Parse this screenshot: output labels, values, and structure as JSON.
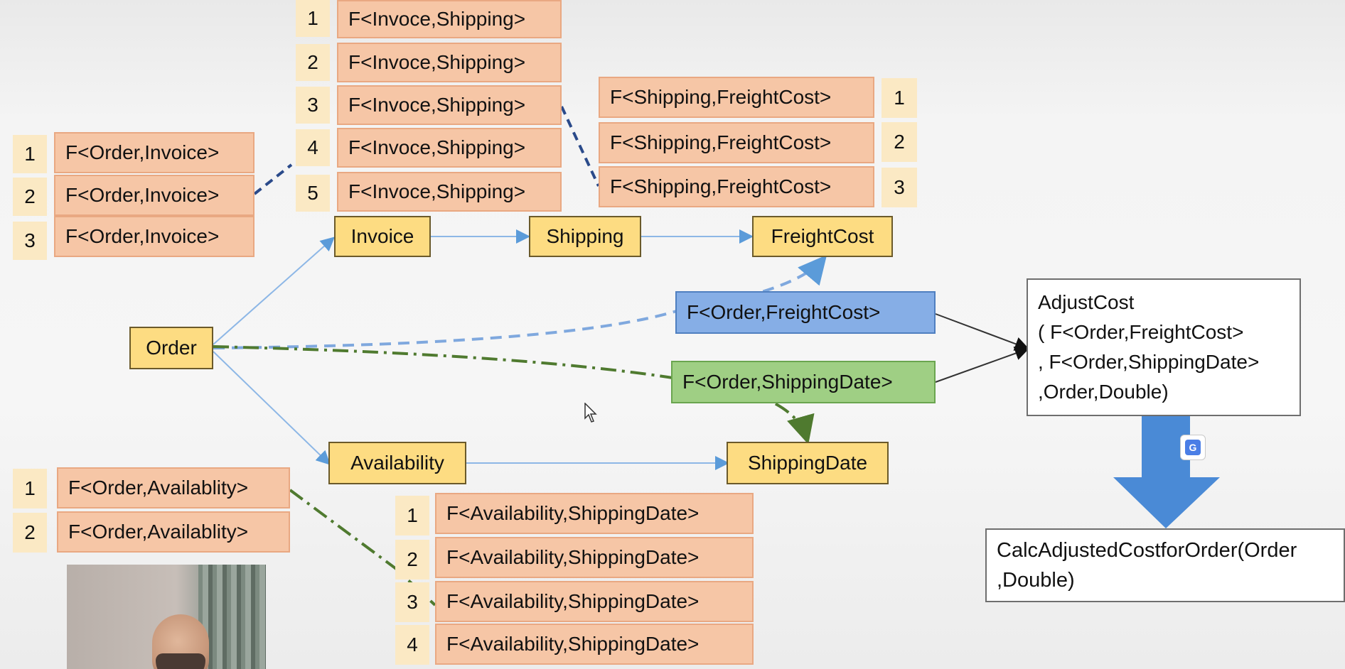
{
  "invoice_shipping_group": {
    "numbers": [
      "1",
      "2",
      "3",
      "4",
      "5"
    ],
    "labels": [
      "F<Invoce,Shipping>",
      "F<Invoce,Shipping>",
      "F<Invoce,Shipping>",
      "F<Invoce,Shipping>",
      "F<Invoce,Shipping>"
    ]
  },
  "shipping_freight_group": {
    "numbers": [
      "1",
      "2",
      "3"
    ],
    "labels": [
      "F<Shipping,FreightCost>",
      "F<Shipping,FreightCost>",
      "F<Shipping,FreightCost>"
    ]
  },
  "order_invoice_group": {
    "numbers": [
      "1",
      "2",
      "3"
    ],
    "labels": [
      "F<Order,Invoice>",
      "F<Order,Invoice>",
      "F<Order,Invoice>"
    ]
  },
  "order_availability_group": {
    "numbers": [
      "1",
      "2"
    ],
    "labels": [
      "F<Order,Availablity>",
      "F<Order,Availablity>"
    ]
  },
  "availability_shipping_group": {
    "numbers": [
      "1",
      "2",
      "3",
      "4"
    ],
    "labels": [
      "F<Availability,ShippingDate>",
      "F<Availability,ShippingDate>",
      "F<Availability,ShippingDate>",
      "F<Availability,ShippingDate>"
    ]
  },
  "nodes": {
    "order": "Order",
    "invoice": "Invoice",
    "shipping": "Shipping",
    "freight_cost": "FreightCost",
    "availability": "Availability",
    "shipping_date": "ShippingDate"
  },
  "composed": {
    "order_freight": "F<Order,FreightCost>",
    "order_shipping_date": "F<Order,ShippingDate>"
  },
  "adjust_cost": {
    "lines": [
      "AdjustCost",
      "( F<Order,FreightCost>",
      ", F<Order,ShippingDate>",
      ",Order,Double)"
    ]
  },
  "calc": {
    "lines": [
      "CalcAdjustedCostforOrder(Order",
      ",Double)"
    ]
  },
  "colors": {
    "orange_fill": "#f6c6a6",
    "yellow_fill": "#fddc82",
    "blue_fill": "#86aee6",
    "green_fill": "#9fcf84",
    "arrow_blue": "#4a8ad6",
    "dash_dark_blue": "#2a4a8a",
    "dash_green": "#4f7a2f"
  },
  "icons": [
    "google-translate-icon",
    "mouse-cursor-icon"
  ]
}
